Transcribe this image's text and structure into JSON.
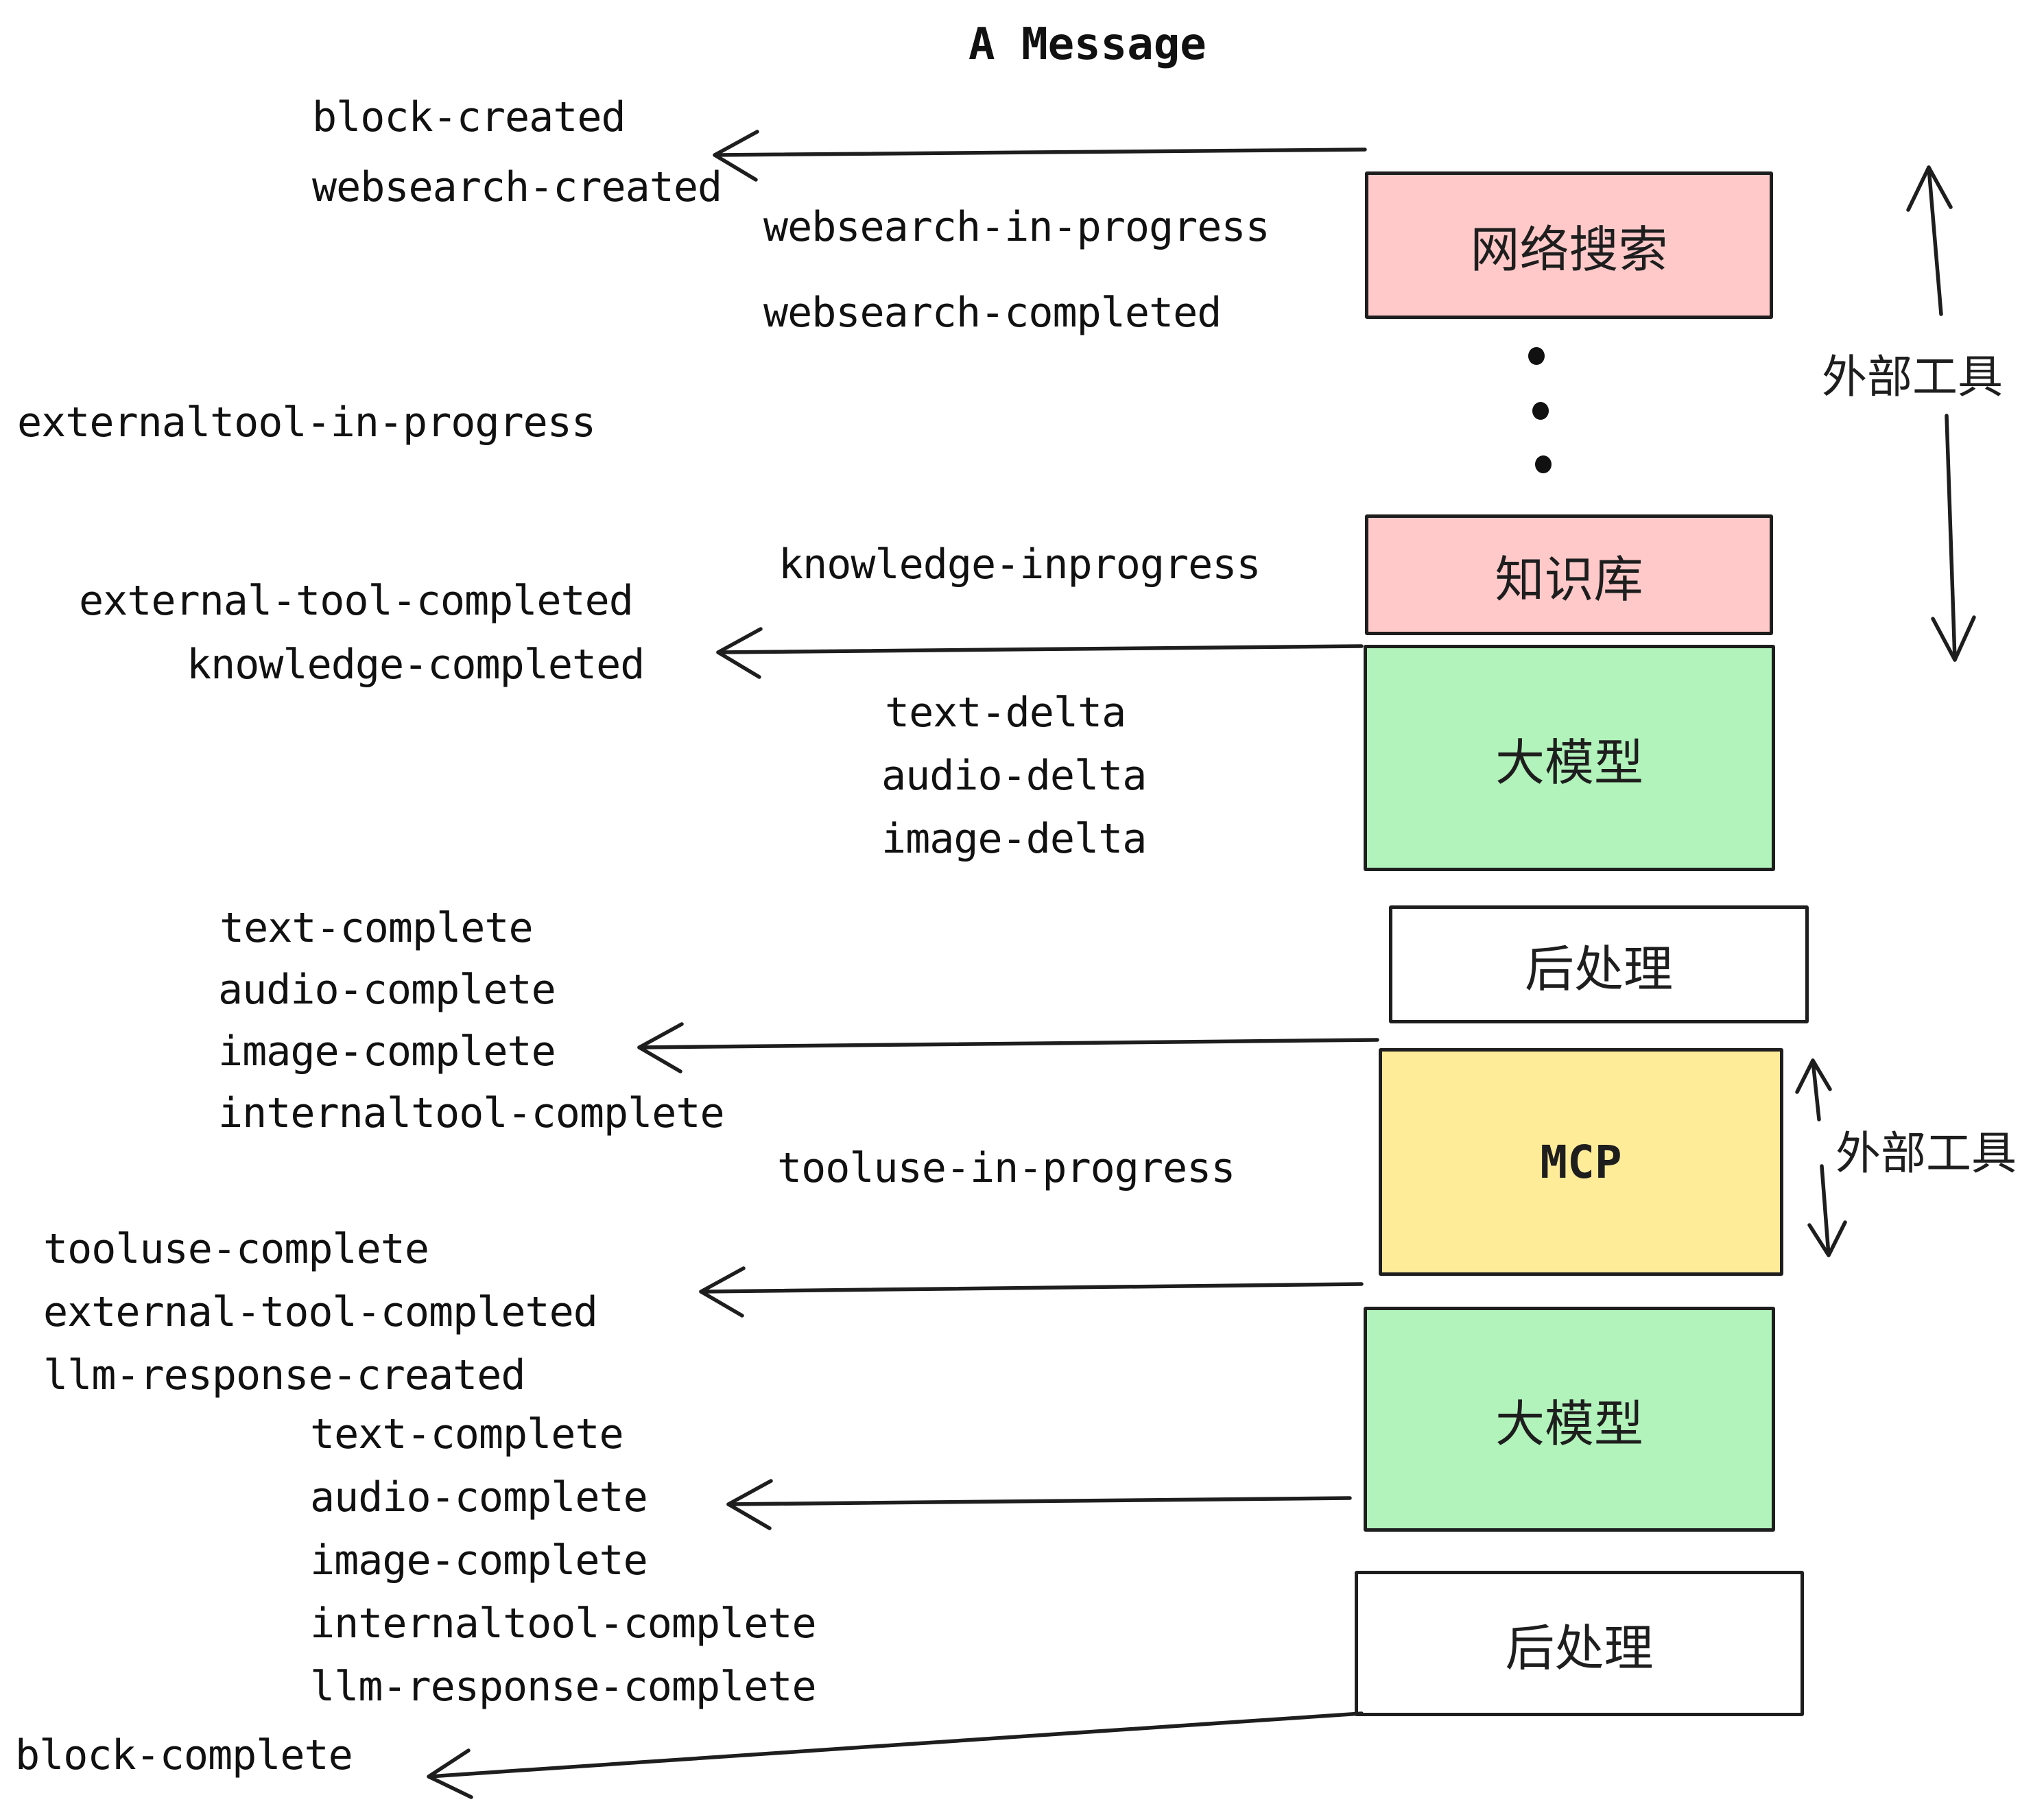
{
  "title": "A Message",
  "colors": {
    "background": "#ffffff",
    "stroke": "#1e1e1e",
    "pink_fill": "#ffc9c9",
    "green_fill": "#b2f2bb",
    "yellow_fill": "#ffec99",
    "white_fill": "#ffffff"
  },
  "boxes": [
    {
      "id": "websearch",
      "label": "网络搜索",
      "fill": "pink"
    },
    {
      "id": "knowledge",
      "label": "知识库",
      "fill": "pink"
    },
    {
      "id": "llm-1",
      "label": "大模型",
      "fill": "green"
    },
    {
      "id": "postprocess-1",
      "label": "后处理",
      "fill": "white"
    },
    {
      "id": "mcp",
      "label": "MCP",
      "fill": "yellow"
    },
    {
      "id": "llm-2",
      "label": "大模型",
      "fill": "green"
    },
    {
      "id": "postprocess-2",
      "label": "后处理",
      "fill": "white"
    }
  ],
  "side_labels": [
    "外部工具",
    "外部工具"
  ],
  "events": [
    "block-created",
    "websearch-created",
    "websearch-in-progress",
    "websearch-completed",
    "externaltool-in-progress",
    "knowledge-inprogress",
    "external-tool-completed",
    "knowledge-completed",
    "text-delta",
    "audio-delta",
    "image-delta",
    "text-complete",
    "audio-complete",
    "image-complete",
    "internaltool-complete",
    "tooluse-in-progress",
    "tooluse-complete",
    "external-tool-completed",
    "llm-response-created",
    "text-complete",
    "audio-complete",
    "image-complete",
    "internaltool-complete",
    "llm-response-complete",
    "block-complete"
  ]
}
